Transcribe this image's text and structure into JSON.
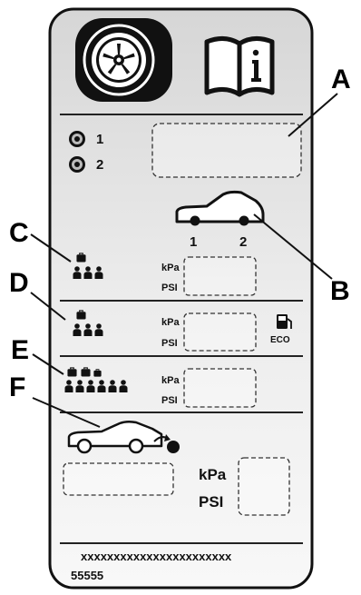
{
  "callouts": {
    "a": "A",
    "b": "B",
    "c": "C",
    "d": "D",
    "e": "E",
    "f": "F"
  },
  "tire_rows": {
    "row1": "1",
    "row2": "2"
  },
  "axles": {
    "front": "1",
    "rear": "2"
  },
  "units": {
    "kpa": "kPa",
    "psi": "PSI"
  },
  "eco_badge": "ECO",
  "footer": {
    "code_line": "xxxxxxxxxxxxxxxxxxxxxxx",
    "number": "55555"
  },
  "colors": {
    "card_top": "#dcdcdc",
    "card_bottom": "#f7f7f7",
    "ink": "#111111"
  },
  "icons": [
    "tire-icon",
    "manual-info-icon",
    "car-icon",
    "fuel-eco-icon",
    "luggage-icon",
    "person-icon",
    "trailer-hitch-icon"
  ]
}
